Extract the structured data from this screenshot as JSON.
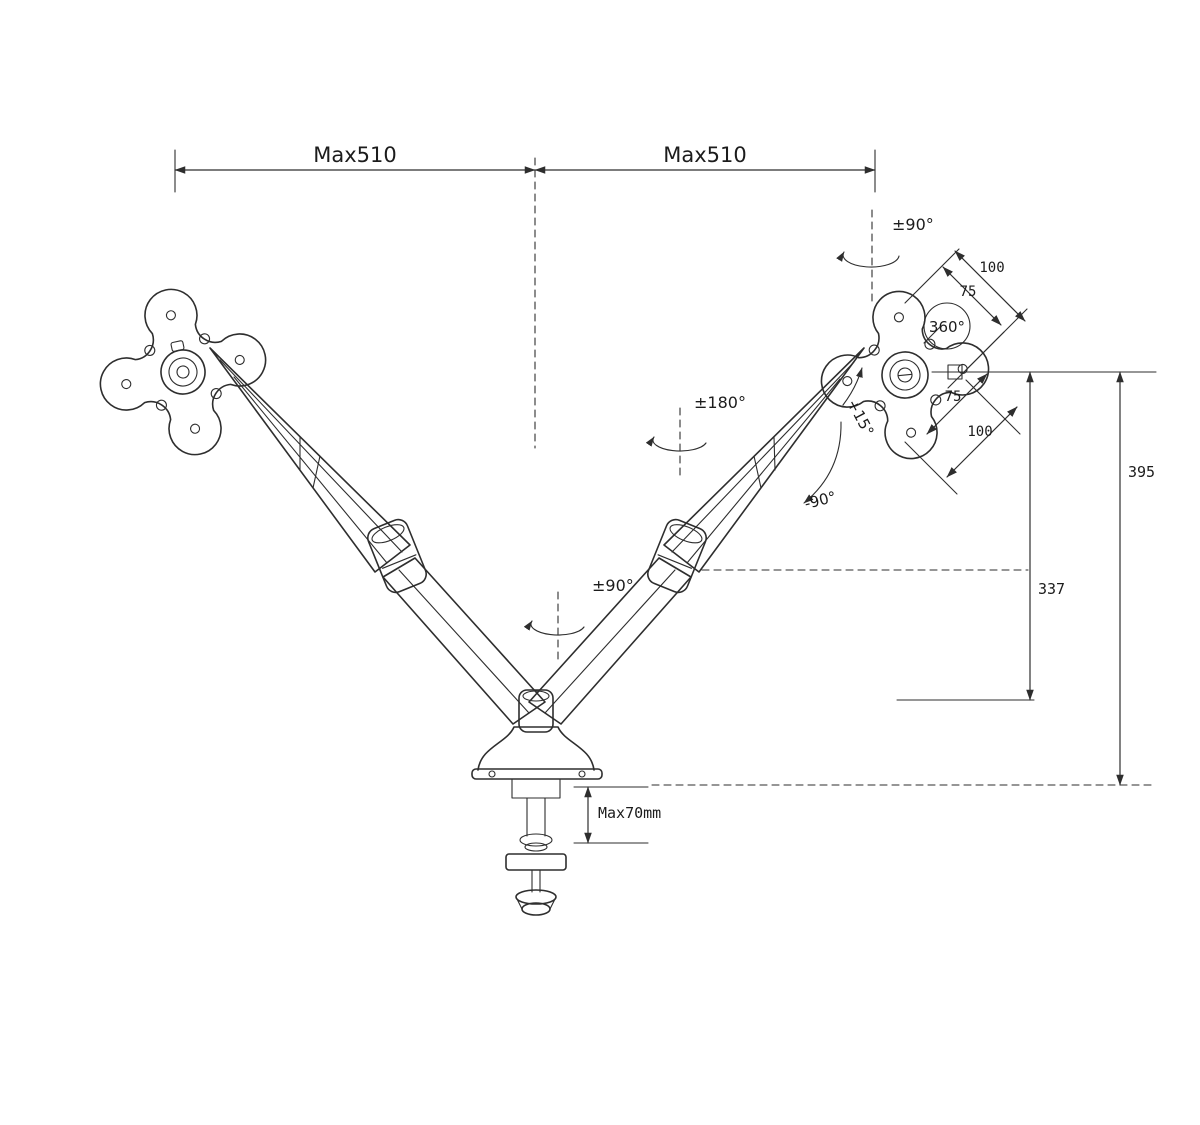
{
  "diagram": {
    "type": "technical-drawing",
    "subject": "dual-monitor-desk-mount-arm-dimensions",
    "colors": {
      "line": "#2e2e2e",
      "background": "#ffffff"
    },
    "labels": {
      "span_left": "Max510",
      "span_right": "Max510",
      "tilt_top": "±90°",
      "rotate_vesa": "360°",
      "swivel_mid": "±180°",
      "tilt_up": "+15°",
      "tilt_down": "-90°",
      "swivel_base": "±90°",
      "vesa_outer_top": "100",
      "vesa_inner_top": "75",
      "vesa_inner_bottom": "75",
      "vesa_outer_bottom": "100",
      "height_max": "395",
      "height_mid": "337",
      "desk_max": "Max70mm"
    }
  }
}
